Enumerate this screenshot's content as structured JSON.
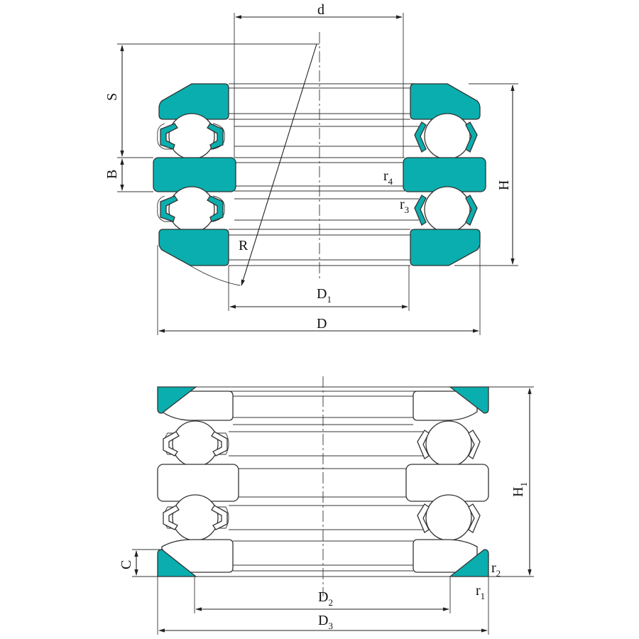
{
  "colors": {
    "section_fill": "#0aaeae",
    "line": "#222222",
    "background": "#ffffff"
  },
  "top_view": {
    "labels": {
      "d": "d",
      "S": "S",
      "B": "B",
      "H": "H",
      "R": "R",
      "r4": {
        "base": "r",
        "sub": "4"
      },
      "r3": {
        "base": "r",
        "sub": "3"
      },
      "D1": {
        "base": "D",
        "sub": "1"
      },
      "D": "D"
    }
  },
  "bottom_view": {
    "labels": {
      "H1": {
        "base": "H",
        "sub": "1"
      },
      "C": "C",
      "r2": {
        "base": "r",
        "sub": "2"
      },
      "r1": {
        "base": "r",
        "sub": "1"
      },
      "D2": {
        "base": "D",
        "sub": "2"
      },
      "D3": {
        "base": "D",
        "sub": "3"
      }
    }
  }
}
